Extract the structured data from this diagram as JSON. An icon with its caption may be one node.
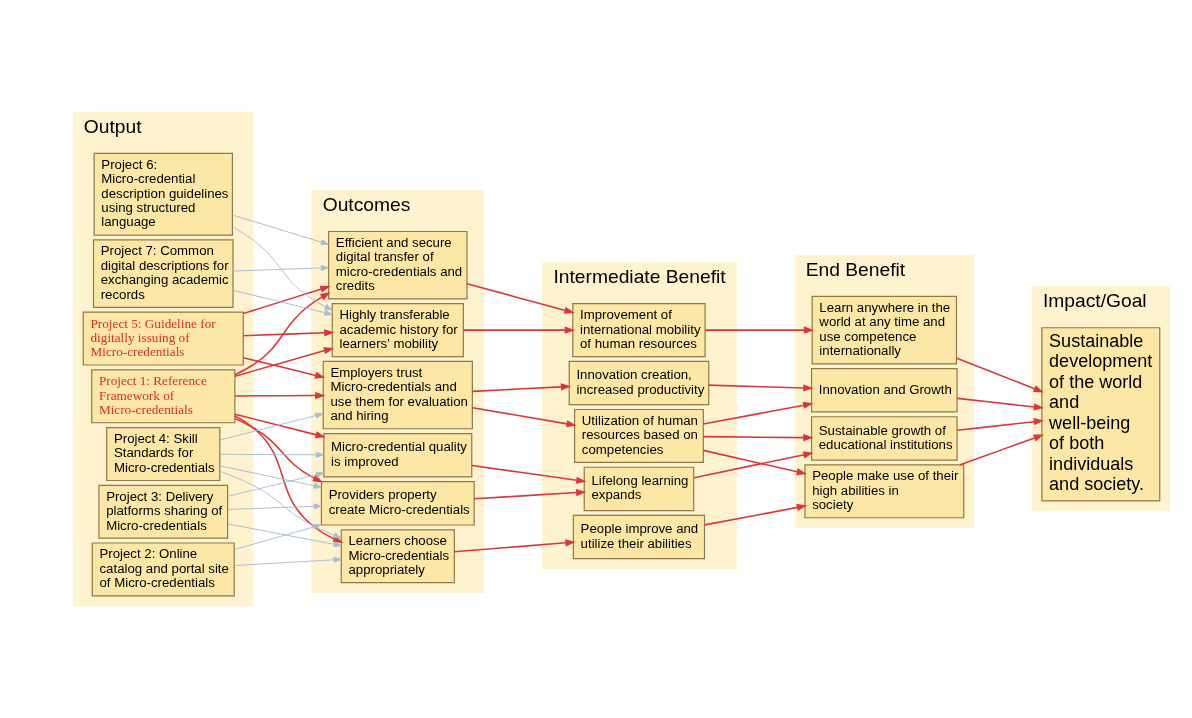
{
  "diagram": {
    "nodes": [
      {
        "text": [
          "Output"
        ]
      },
      {
        "text": [
          "Project 1: Reference Framework of Micro-credentials"
        ],
        "in": 0
      },
      {
        "text": [
          "Project 2: Online catalog and portal site of Micro-credentials"
        ],
        "in": 0
      },
      {
        "text": [
          "Project 3: Delivery platforms sharing of Micro-credentials"
        ],
        "in": 0
      },
      {
        "text": [
          "Project 4: Skill Standards for Micro-credentials"
        ],
        "in": 0
      },
      {
        "text": [
          "Project 5: Guideline for digitally issuing of Micro-credentials"
        ],
        "in": 0
      },
      {
        "text": [
          "Project 6: Micro-credential description guidelines using structured language"
        ],
        "in": 0
      },
      {
        "text": [
          "Project 7: Common digital descriptions for exchanging academic records"
        ],
        "in": 0
      },
      {
        "text": [
          "Outcomes"
        ]
      },
      {
        "text": [
          "Learners choose Micro-credentials appropriately"
        ],
        "in": 8
      },
      {
        "text": [
          "Micro-credential quality is improved"
        ],
        "in": 8
      },
      {
        "text": [
          "Providers property create Micro-credentials"
        ],
        "in": 8
      },
      {
        "text": [
          "Employers trust Micro-credentials and use them for evaluation and hiring"
        ],
        "in": 8
      },
      {
        "text": [
          "Highly transferable academic history for learners' mobility"
        ],
        "in": 8
      },
      {
        "text": [
          "Efficient and secure digital transfer of micro-credentials and credits"
        ],
        "in": 8
      },
      {
        "text": [
          "Intermediate Benefit"
        ]
      },
      {
        "text": [
          "People improve and utilize their abilities"
        ],
        "in": 15
      },
      {
        "text": [
          "Lifelong learning expands"
        ],
        "in": 15
      },
      {
        "text": [
          "Utilization of human resources based on competencies"
        ],
        "in": 15
      },
      {
        "text": [
          "Innovation creation, increased productivity"
        ],
        "in": 15
      },
      {
        "text": [
          "Improvement of international mobility of human resources"
        ],
        "in": 15
      },
      {
        "text": [
          "End Benefit"
        ]
      },
      {
        "text": [
          "People make use of their high abilities in society"
        ],
        "in": 21
      },
      {
        "text": [
          "Sustainable growth of educational institutions"
        ],
        "in": 21
      },
      {
        "text": [
          "Innovation and Growth"
        ],
        "in": 21
      },
      {
        "text": [
          "Learn anywhere in the world at any time and use competence internationally"
        ],
        "in": 21
      },
      {
        "text": [
          "Impact/Goal"
        ]
      },
      {
        "text": [
          "Sustainable development of the world and well-being of both individuals and society."
        ],
        "in": 26
      }
    ],
    "edges": [
      {
        "from": 1,
        "to": 9,
        "arrow": "to"
      },
      {
        "from": 1,
        "to": 10,
        "arrow": "to"
      },
      {
        "from": 1,
        "to": 11,
        "arrow": "to"
      },
      {
        "from": 1,
        "to": 12,
        "arrow": "to"
      },
      {
        "from": 1,
        "to": 13,
        "arrow": "to"
      },
      {
        "from": 1,
        "to": 14,
        "arrow": "to"
      },
      {
        "from": 2,
        "to": 9,
        "arrow": "to",
        "color": "#a9bcd0"
      },
      {
        "from": 2,
        "to": 11,
        "arrow": "to",
        "color": "#a9bcd0"
      },
      {
        "from": 3,
        "to": 9,
        "arrow": "to",
        "color": "#a9bcd0"
      },
      {
        "from": 3,
        "to": 10,
        "arrow": "to",
        "color": "#a9bcd0"
      },
      {
        "from": 3,
        "to": 11,
        "arrow": "to",
        "color": "#a9bcd0"
      },
      {
        "from": 4,
        "to": 9,
        "arrow": "to",
        "color": "#a9bcd0"
      },
      {
        "from": 4,
        "to": 10,
        "arrow": "to",
        "color": "#a9bcd0"
      },
      {
        "from": 4,
        "to": 11,
        "arrow": "to",
        "color": "#a9bcd0"
      },
      {
        "from": 4,
        "to": 12,
        "arrow": "to",
        "color": "#a9bcd0"
      },
      {
        "from": 5,
        "to": 12,
        "arrow": "to"
      },
      {
        "from": 5,
        "to": 13,
        "arrow": "to"
      },
      {
        "from": 5,
        "to": 14,
        "arrow": "to"
      },
      {
        "from": 6,
        "to": 13,
        "arrow": "to",
        "color": "#a9bcd0"
      },
      {
        "from": 6,
        "to": 14,
        "arrow": "to",
        "color": "#a9bcd0"
      },
      {
        "from": 7,
        "to": 13,
        "arrow": "to",
        "color": "#a9bcd0"
      },
      {
        "from": 7,
        "to": 14,
        "arrow": "to",
        "color": "#a9bcd0"
      },
      {
        "from": 9,
        "to": 16,
        "arrow": "to"
      },
      {
        "from": 10,
        "to": 17,
        "arrow": "to"
      },
      {
        "from": 11,
        "to": 17,
        "arrow": "to"
      },
      {
        "from": 12,
        "to": 18,
        "arrow": "to"
      },
      {
        "from": 12,
        "to": 19,
        "arrow": "to"
      },
      {
        "from": 13,
        "to": 20,
        "arrow": "to"
      },
      {
        "from": 14,
        "to": 20,
        "arrow": "to"
      },
      {
        "from": 16,
        "to": 22,
        "arrow": "to"
      },
      {
        "from": 17,
        "to": 23,
        "arrow": "to"
      },
      {
        "from": 18,
        "to": 22,
        "arrow": "to"
      },
      {
        "from": 18,
        "to": 23,
        "arrow": "to"
      },
      {
        "from": 18,
        "to": 24,
        "arrow": "to"
      },
      {
        "from": 19,
        "to": 24,
        "arrow": "to"
      },
      {
        "from": 20,
        "to": 25,
        "arrow": "to"
      },
      {
        "from": 22,
        "to": 27,
        "arrow": "to"
      },
      {
        "from": 23,
        "to": 27,
        "arrow": "to"
      },
      {
        "from": 24,
        "to": 27,
        "arrow": "to"
      },
      {
        "from": 25,
        "to": 27,
        "arrow": "to"
      }
    ]
  }
}
